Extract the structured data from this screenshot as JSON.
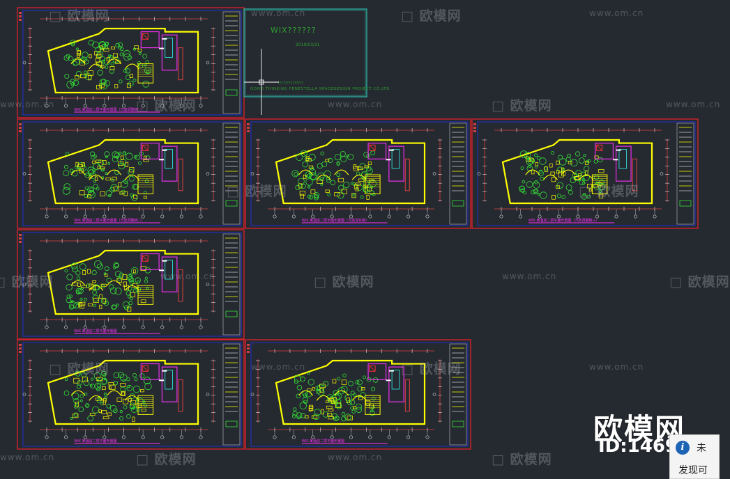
{
  "title_block": {
    "project": "WIX??????",
    "date": "2010/03/31",
    "tagline": "??????????????",
    "company": "GOOD  THINKING  FENESTELLA SPACEDESIGN PROJECT CO.LTD"
  },
  "sheets": [
    {
      "caption": "WIX 某酒店二层平面布置图（方案调整稿一）"
    },
    {
      "caption": "WIX 某酒店二层平面布置图（方案调整稿二）"
    },
    {
      "caption": "WIX 某酒店二层平面布置图（方案深化稿）"
    },
    {
      "caption": "WIX 某酒店二层平面布置图（方案调整稿三）"
    },
    {
      "caption": "WIX 某酒店二层平面布置图"
    },
    {
      "caption": "WIX 某酒店二层平面布置图"
    },
    {
      "caption": "WIX 某酒店二层平面布置图"
    }
  ],
  "watermark": {
    "brand": "欧模网",
    "url": "www.om.cn"
  },
  "logo": {
    "name": "欧模网",
    "id": "ID:1469771"
  },
  "notice": {
    "line1": "未",
    "line2": "发现可"
  },
  "colors": {
    "background": "#252a31",
    "sheet_border": "#e0202a",
    "inner_border": "#2030d0",
    "wall": "#ffff00",
    "furniture": "#35e035",
    "magenta": "#ff30ff",
    "cyan": "#30e0e0",
    "titlebox": "#30c0b0"
  }
}
